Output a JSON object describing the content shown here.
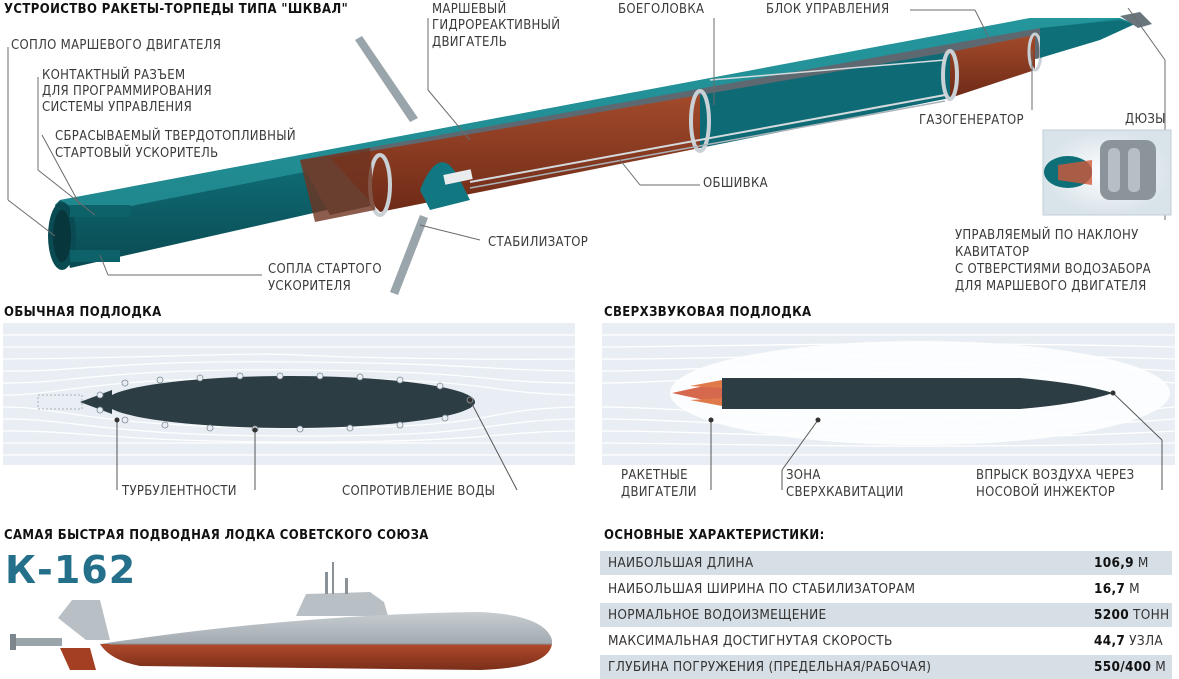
{
  "top": {
    "title": "УСТРОИСТВО РАКЕТЫ-ТОРПЕДЫ ТИПА \"ШКВАЛ\"",
    "labels": {
      "sustainer_nozzle": "СОПЛО МАРШЕВОГО ДВИГАТЕЛЯ",
      "connector": [
        "КОНТАКТНЫЙ РАЗЪЕМ",
        "ДЛЯ ПРОГРАММИРОВАНИЯ",
        "СИСТЕМЫ УПРАВЛЕНИЯ"
      ],
      "booster": [
        "СБРАСЫВАЕМЫЙ ТВЕРДОТОПЛИВНЫЙ",
        "СТАРТОВЫЙ УСКОРИТЕЛЬ"
      ],
      "booster_nozzles": [
        "СОПЛА СТАРТОГО",
        "УСКОРИТЕЛЯ"
      ],
      "stabilizer": "СТАБИЛИЗАТОР",
      "main_engine": [
        "МАРШЕВЫЙ",
        "ГИДРОРЕАКТИВНЫЙ",
        "ДВИГАТЕЛЬ"
      ],
      "skin": "ОБШИВКА",
      "warhead": "БОЕГОЛОВКА",
      "control_unit": "БЛОК УПРАВЛЕНИЯ",
      "gas_generator": "ГАЗОГЕНЕРАТОР",
      "nozzles": "ДЮЗЫ",
      "cavitator": [
        "УПРАВЛЯЕМЫЙ ПО НАКЛОНУ",
        "КАВИТАТОР",
        "С ОТВЕРСТИЯМИ ВОДОЗАБОРА",
        "ДЛЯ МАРШЕВОГО ДВИГАТЕЛЯ"
      ]
    }
  },
  "conventional": {
    "title": "ОБЫЧНАЯ ПОДЛОДКА",
    "turbulence": "ТУРБУЛЕНТНОСТИ",
    "resistance": "СОПРОТИВЛЕНИЕ ВОДЫ"
  },
  "supersonic": {
    "title": "СВЕРХЗВУКОВАЯ ПОДЛОДКА",
    "rocket_engines": [
      "РАКЕТНЫЕ",
      "ДВИГАТЕЛИ"
    ],
    "supercavitation": [
      "ЗОНА",
      "СВЕРХКАВИТАЦИИ"
    ],
    "air_injection": [
      "ВПРЫСК ВОЗДУХА ЧЕРЕЗ",
      "НОСОВОЙ ИНЖЕКТОР"
    ]
  },
  "submarine": {
    "title": "САМАЯ БЫСТРАЯ ПОДВОДНАЯ ЛОДКА СОВЕТСКОГО СОЮЗА",
    "name": "К-162"
  },
  "specs": {
    "title": "ОСНОВНЫЕ ХАРАКТЕРИСТИКИ:",
    "rows": [
      {
        "name": "НАИБОЛЬШАЯ ДЛИНА",
        "value": "106,9",
        "unit": "М"
      },
      {
        "name": "НАИБОЛЬШАЯ ШИРИНА ПО СТАБИЛИЗАТОРАМ",
        "value": "16,7",
        "unit": "М"
      },
      {
        "name": "НОРМАЛЬНОЕ ВОДОИЗМЕЩЕНИЕ",
        "value": "5200",
        "unit": "ТОНН"
      },
      {
        "name": "МАКСИМАЛЬНАЯ ДОСТИГНУТАЯ СКОРОСТЬ",
        "value": "44,7",
        "unit": "УЗЛА"
      },
      {
        "name": "ГЛУБИНА ПОГРУЖЕНИЯ (ПРЕДЕЛЬНАЯ/РАБОЧАЯ)",
        "value": "550/400",
        "unit": "М"
      }
    ]
  },
  "colors": {
    "teal": "#0f6f78",
    "teal_dark": "#0a4d55",
    "copper": "#8b3a22",
    "panel": "#e8eef3",
    "spec_shade": "#d7dfe6",
    "title_blue": "#24708a",
    "hull_red": "#a8472a"
  }
}
